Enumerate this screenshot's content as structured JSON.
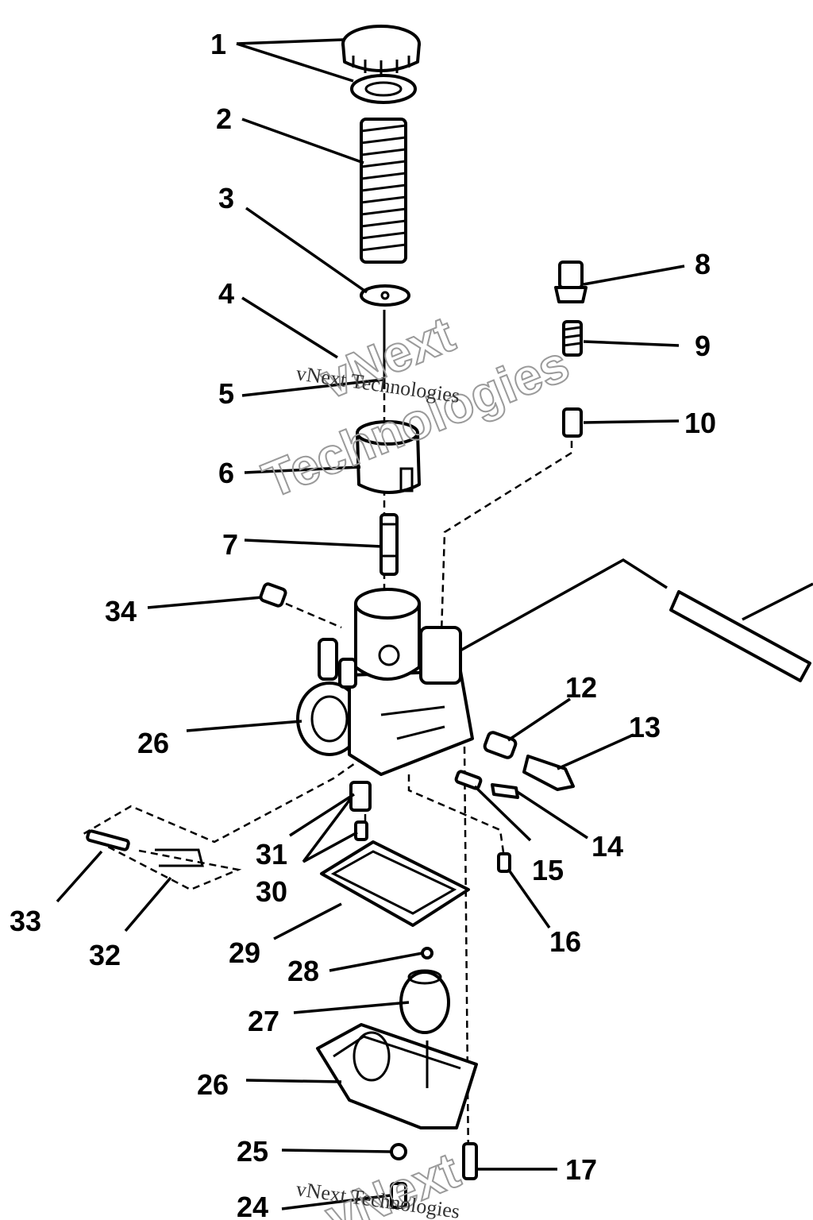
{
  "diagram": {
    "callouts": [
      "1",
      "2",
      "3",
      "4",
      "5",
      "6",
      "7",
      "8",
      "9",
      "10",
      "12",
      "13",
      "14",
      "15",
      "16",
      "17",
      "24",
      "25",
      "26",
      "26",
      "27",
      "28",
      "29",
      "30",
      "31",
      "32",
      "33",
      "34"
    ],
    "watermark": {
      "line_top": "vNext",
      "line_bottom": "Technologies",
      "small": "vNext Technologies"
    },
    "colors": {
      "ink": "#000000",
      "paper": "#ffffff",
      "watermark": "#9a9a9a"
    }
  }
}
